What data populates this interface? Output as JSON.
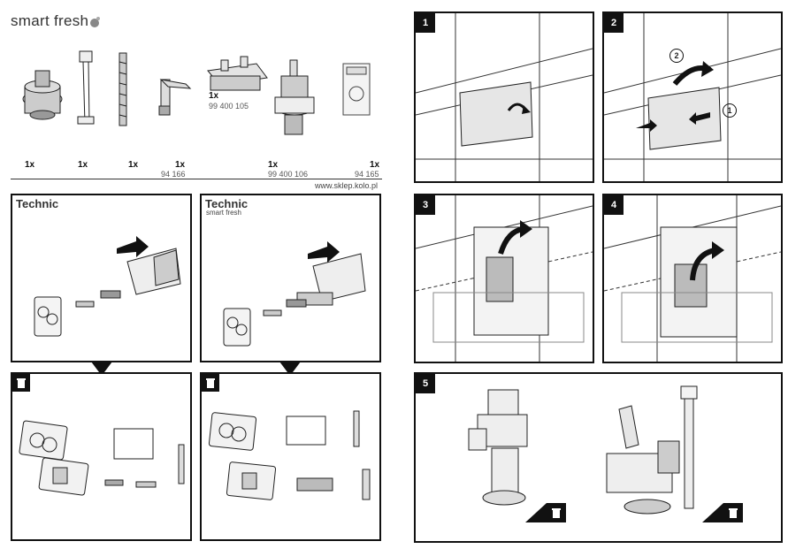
{
  "brand": "smart fresh",
  "url": "www.sklep.kolo.pl",
  "parts": [
    {
      "qty": "1x",
      "code": ""
    },
    {
      "qty": "1x",
      "code": ""
    },
    {
      "qty": "1x",
      "code": ""
    },
    {
      "qty": "1x",
      "code": "94 166"
    },
    {
      "qty": "1x",
      "code": "99 400 105"
    },
    {
      "qty": "1x",
      "code": "99 400 106"
    },
    {
      "qty": "1x",
      "code": "94 165"
    }
  ],
  "technic_left": {
    "title": "Technic"
  },
  "technic_right": {
    "title": "Technic",
    "subtitle": "smart fresh"
  },
  "steps": [
    "1",
    "2",
    "3",
    "4",
    "5"
  ],
  "circled": {
    "two": "2",
    "one": "1"
  },
  "icons": {
    "trash": "trash-icon",
    "brand_mark": "leaf-icon"
  }
}
